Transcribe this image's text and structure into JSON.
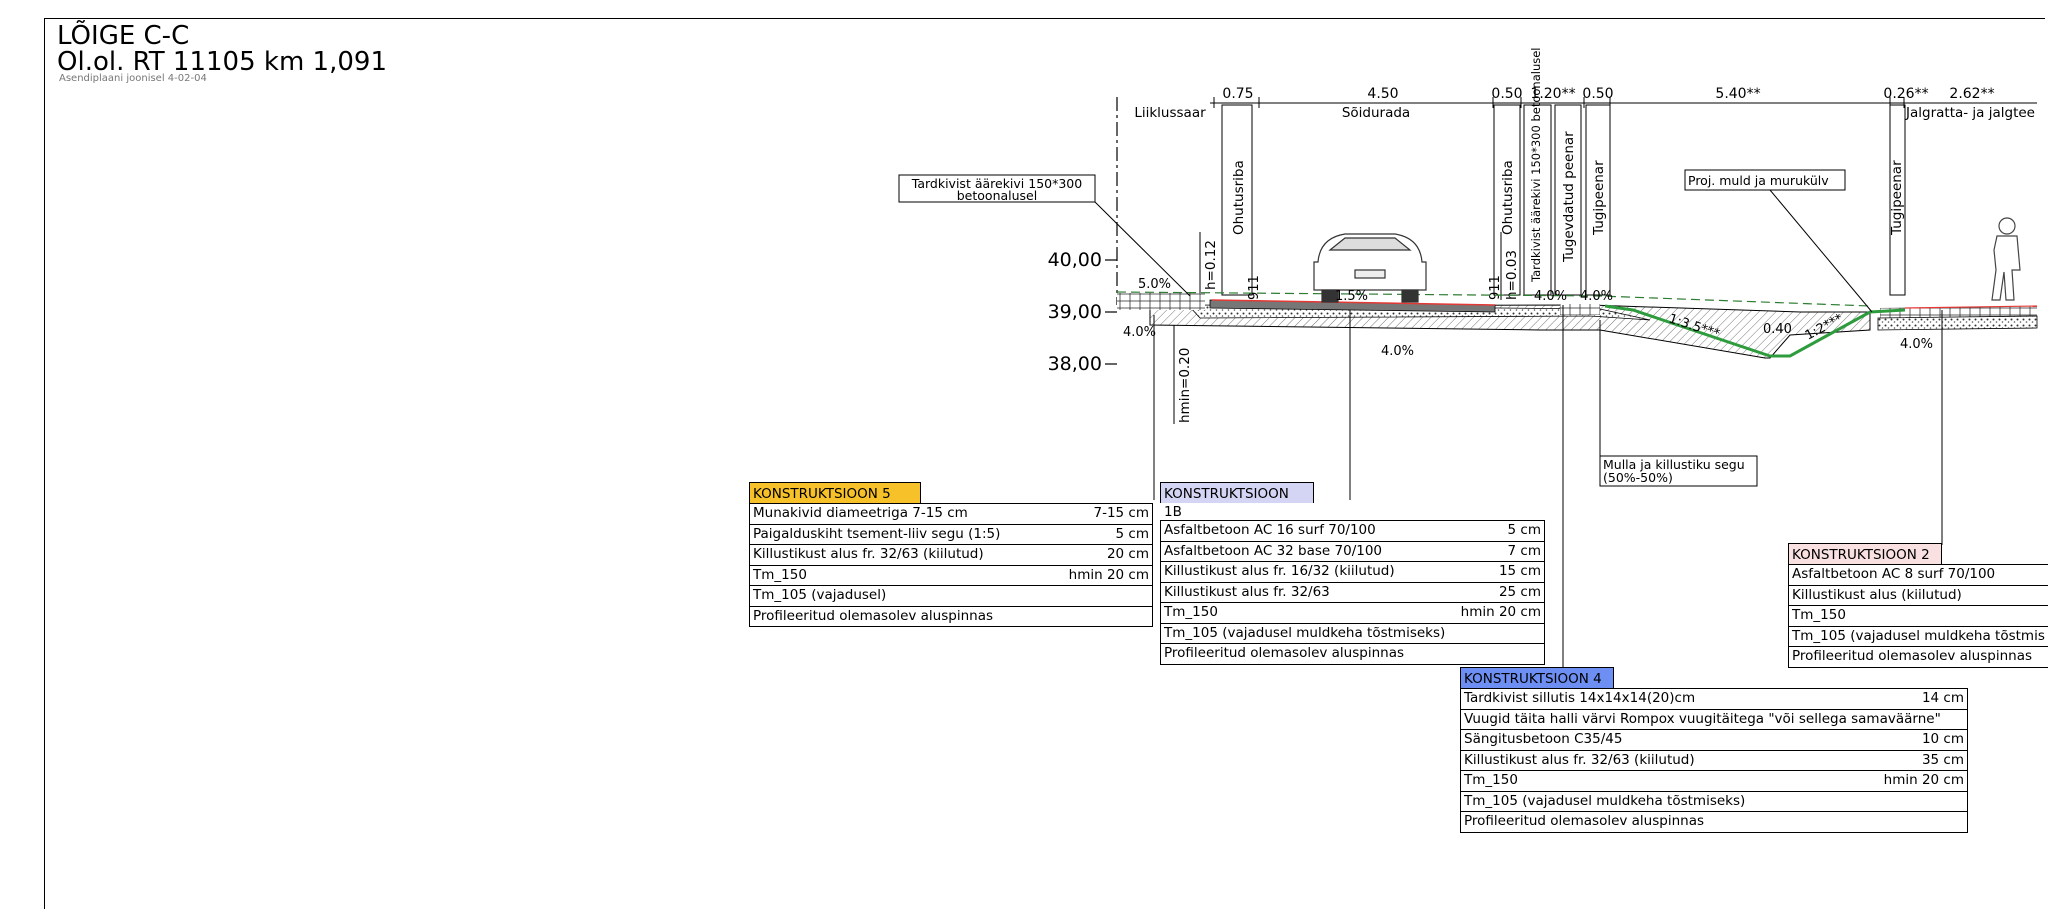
{
  "title": {
    "line1": "LÕIGE C-C",
    "line2": "Ol.ol. RT 11105 km 1,091",
    "ref": "Asendiplaani joonisel 4-02-04"
  },
  "elevations": [
    "40,00",
    "39,00",
    "38,00"
  ],
  "top_dimensions": [
    "0.75",
    "4.50",
    "0.50",
    "1.20**",
    "0.50",
    "5.40**",
    "0.26**",
    "2.62**"
  ],
  "zones": {
    "left": "Liiklussaar",
    "carriageway": "Sõidurada",
    "right": "Jalgratta- ja jalgtee"
  },
  "vertical_labels": [
    "Ohutusriba",
    "Ohutusriba",
    "Tardkivist äärekivi 150*300 betoonalusel",
    "Tugevdatud peenar",
    "Tugipeenar",
    "Tugipeenar"
  ],
  "callouts": {
    "curb_left": [
      "Tardkivist äärekivi 150*300",
      "betoonalusel"
    ],
    "topsoil": "Proj. muld ja murukülv",
    "mix": [
      "Mulla ja killustiku segu",
      "(50%-50%)"
    ]
  },
  "heights": {
    "h1": "h=0.12",
    "h2": "h=0.03",
    "hmin": "hmin=0.20",
    "c1": "911",
    "c2": "911"
  },
  "slopes": [
    "5.0%",
    "4.0%",
    "1.5%",
    "4.0%",
    "4.0%",
    "4.0%",
    "1:3.5***",
    "0.40",
    "1:2***",
    "4.0%"
  ],
  "constructions": [
    {
      "title": "KONSTRUKTSIOON 5",
      "color": "#f7c229",
      "rows": [
        {
          "name": "Munakivid diameetriga 7-15 cm",
          "thk": "7-15 cm"
        },
        {
          "name": "Paigalduskiht tsement-liiv segu (1:5)",
          "thk": "5 cm"
        },
        {
          "name": "Killustikust alus fr. 32/63 (kiilutud)",
          "thk": "20 cm"
        },
        {
          "name": "Tm_150",
          "thk": "hmin 20 cm"
        },
        {
          "name": "Tm_105 (vajadusel)",
          "thk": ""
        },
        {
          "name": "Profileeritud olemasolev aluspinnas",
          "thk": ""
        }
      ]
    },
    {
      "title": "KONSTRUKTSIOON 1B",
      "color": "#d4d4f5",
      "rows": [
        {
          "name": "Asfaltbetoon AC 16 surf 70/100",
          "thk": "5 cm"
        },
        {
          "name": "Asfaltbetoon AC 32 base 70/100",
          "thk": "7 cm"
        },
        {
          "name": "Killustikust alus fr. 16/32 (kiilutud)",
          "thk": "15 cm"
        },
        {
          "name": "Killustikust alus fr. 32/63",
          "thk": "25 cm"
        },
        {
          "name": "Tm_150",
          "thk": "hmin 20 cm"
        },
        {
          "name": "Tm_105 (vajadusel muldkeha tõstmiseks)",
          "thk": ""
        },
        {
          "name": "Profileeritud olemasolev aluspinnas",
          "thk": ""
        }
      ]
    },
    {
      "title": "KONSTRUKTSIOON 4",
      "color": "#6d8ef2",
      "rows": [
        {
          "name": "Tardkivist sillutis 14x14x14(20)cm",
          "thk": "14 cm"
        },
        {
          "name": "Vuugid täita halli värvi Rompox vuugitäitega \"või sellega samaväärne\"",
          "thk": ""
        },
        {
          "name": "Sängitusbetoon C35/45",
          "thk": "10 cm"
        },
        {
          "name": "Killustikust alus fr. 32/63 (kiilutud)",
          "thk": "35 cm"
        },
        {
          "name": "Tm_150",
          "thk": "hmin 20 cm"
        },
        {
          "name": "Tm_105 (vajadusel muldkeha tõstmiseks)",
          "thk": ""
        },
        {
          "name": "Profileeritud olemasolev aluspinnas",
          "thk": ""
        }
      ]
    },
    {
      "title": "KONSTRUKTSIOON 2",
      "color": "#f9e1e1",
      "rows": [
        {
          "name": "Asfaltbetoon AC 8 surf 70/100",
          "thk": ""
        },
        {
          "name": "Killustikust alus (kiilutud)",
          "thk": ""
        },
        {
          "name": "Tm_150",
          "thk": ""
        },
        {
          "name": "Tm_105 (vajadusel muldkeha tõstmis",
          "thk": ""
        },
        {
          "name": "Profileeritud olemasolev aluspinnas",
          "thk": ""
        }
      ]
    }
  ]
}
